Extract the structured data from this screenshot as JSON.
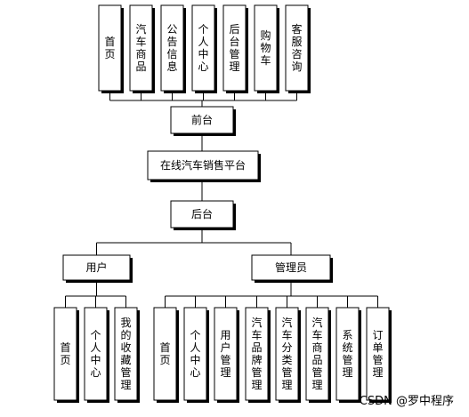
{
  "diagram": {
    "frontend_modules": [
      "首页",
      "汽车商品",
      "公告信息",
      "个人中心",
      "后台管理",
      "购物车",
      "客服咨询"
    ],
    "frontend": "前台",
    "system": "在线汽车销售平台",
    "backend": "后台",
    "roles": [
      "用户",
      "管理员"
    ],
    "user_modules": [
      "首页",
      "个人中心",
      "我的收藏管理"
    ],
    "admin_modules": [
      "首页",
      "个人中心",
      "用户管理",
      "汽车品牌管理",
      "汽车分类管理",
      "汽车商品管理",
      "系统管理",
      "订单管理"
    ]
  },
  "watermark": "CSDN @罗中程序"
}
